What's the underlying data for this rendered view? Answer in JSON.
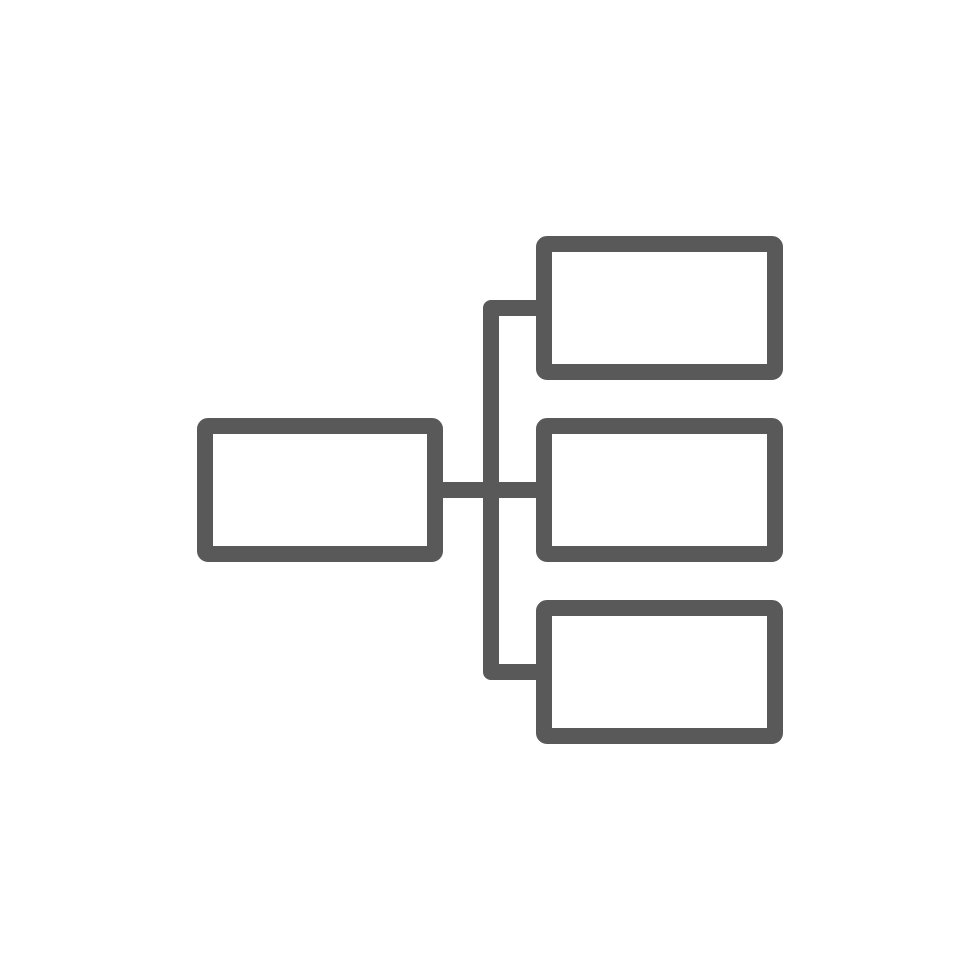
{
  "icon": {
    "name": "hierarchy-structure-icon",
    "stroke_color": "#595959",
    "background_color": "#ffffff"
  },
  "diagram": {
    "nodes": [
      {
        "id": "root",
        "role": "parent"
      },
      {
        "id": "child-top",
        "role": "child"
      },
      {
        "id": "child-middle",
        "role": "child"
      },
      {
        "id": "child-bottom",
        "role": "child"
      }
    ],
    "edges": [
      {
        "from": "root",
        "to": "child-top"
      },
      {
        "from": "root",
        "to": "child-middle"
      },
      {
        "from": "root",
        "to": "child-bottom"
      }
    ]
  }
}
